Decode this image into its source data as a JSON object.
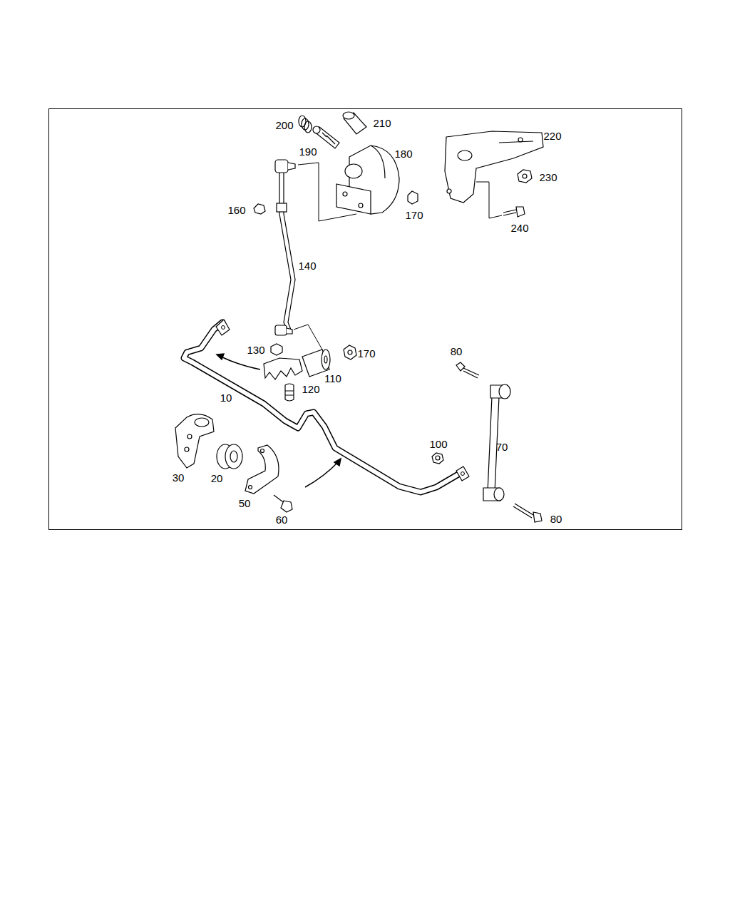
{
  "diagram": {
    "labels": [
      "200",
      "210",
      "190",
      "180",
      "220",
      "230",
      "160",
      "170",
      "240",
      "140",
      "130",
      "170",
      "80",
      "110",
      "120",
      "10",
      "100",
      "70",
      "30",
      "20",
      "50",
      "60",
      "80"
    ]
  }
}
